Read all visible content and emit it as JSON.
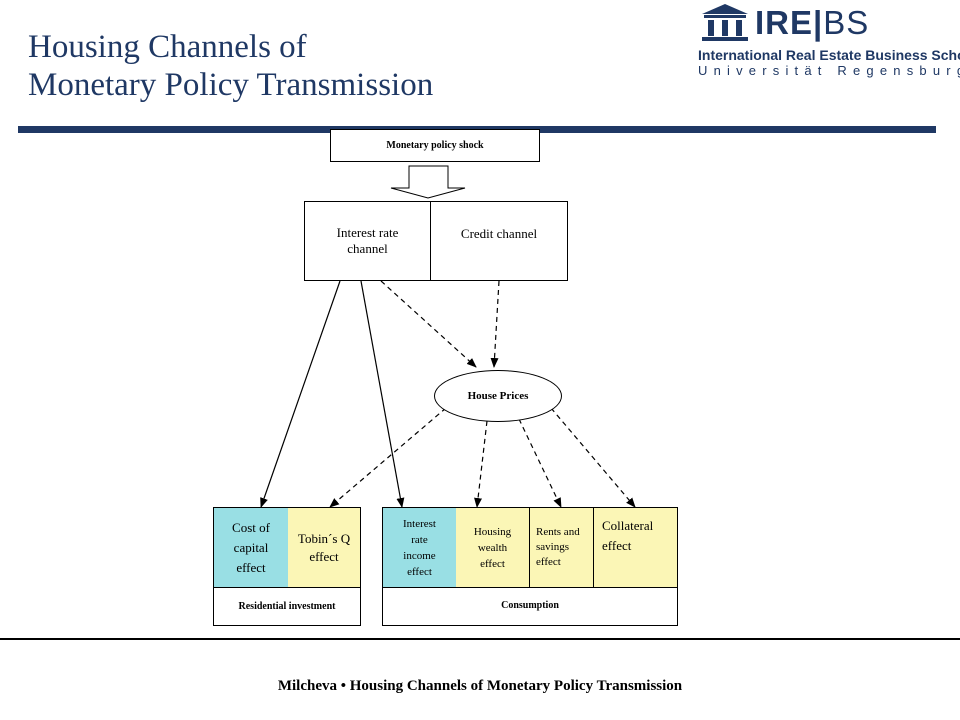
{
  "header": {
    "title_line1": "Housing Channels of",
    "title_line2": "Monetary Policy Transmission"
  },
  "logo": {
    "letters_left": "IRE",
    "letters_right": "BS",
    "school_name": "International Real Estate Business School",
    "university": "Universität Regensburg"
  },
  "diagram": {
    "shock": "Monetary policy shock",
    "interest_rate_channel": "Interest rate channel",
    "credit_channel": "Credit channel",
    "house_prices": "House Prices",
    "cost_of_capital": "Cost of capital effect",
    "tobins_q": "Tobin´s Q effect",
    "residential_investment": "Residential investment",
    "interest_rate_income": "Interest rate income effect",
    "housing_wealth": "Housing wealth effect",
    "rents_savings": "Rents and savings effect",
    "collateral": "Collateral effect",
    "consumption": "Consumption"
  },
  "footer": {
    "text": "Milcheva • Housing Channels of Monetary Policy Transmission"
  },
  "colors": {
    "title": "#1f3864",
    "bar": "#1f3864",
    "cyan_cell": "#99dfe4",
    "yellow_cell": "#fbf6b6"
  }
}
